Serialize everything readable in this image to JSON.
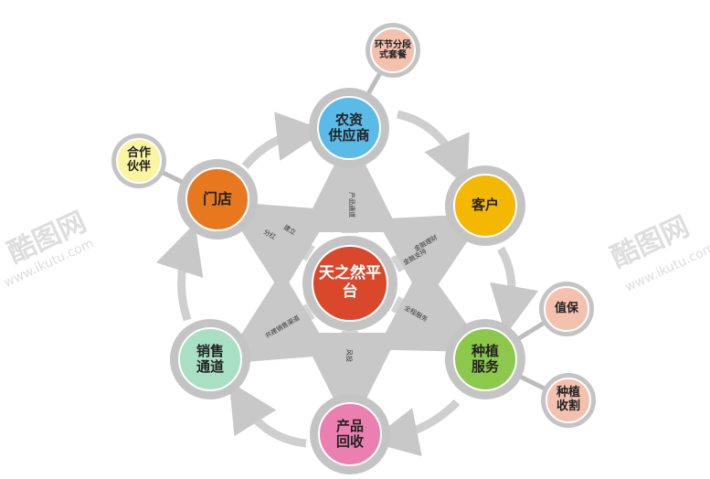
{
  "center": {
    "label": "天之然平台",
    "color": "#d9482b"
  },
  "nodes": [
    {
      "label": "农资\n供应商",
      "color": "#5bbbe8"
    },
    {
      "label": "客户",
      "color": "#f5b800"
    },
    {
      "label": "种植\n服务",
      "color": "#8cc84b"
    },
    {
      "label": "产品\n回收",
      "color": "#ea7fb0"
    },
    {
      "label": "销售\n通道",
      "color": "#a9dfc2"
    },
    {
      "label": "门店",
      "color": "#e8781e"
    }
  ],
  "satellites": [
    {
      "label": "环节分段\n式套餐",
      "color": "#f4c1ae"
    },
    {
      "label": "合作\n伙伴",
      "color": "#fbf5a2"
    },
    {
      "label": "值保",
      "color": "#f4c1ae"
    },
    {
      "label": "种植\n收割",
      "color": "#f4c1ae"
    }
  ],
  "arrow_labels": {
    "up": "产品通道",
    "left_a": "分红",
    "left_b": "建立",
    "right_a": "金融支持",
    "right_b": "金融理财",
    "down_right": "全程服务",
    "down": "风投",
    "down_left": "共建销售渠道"
  },
  "watermark": {
    "brand": "酷图网",
    "url": "www.ikutu.com"
  }
}
